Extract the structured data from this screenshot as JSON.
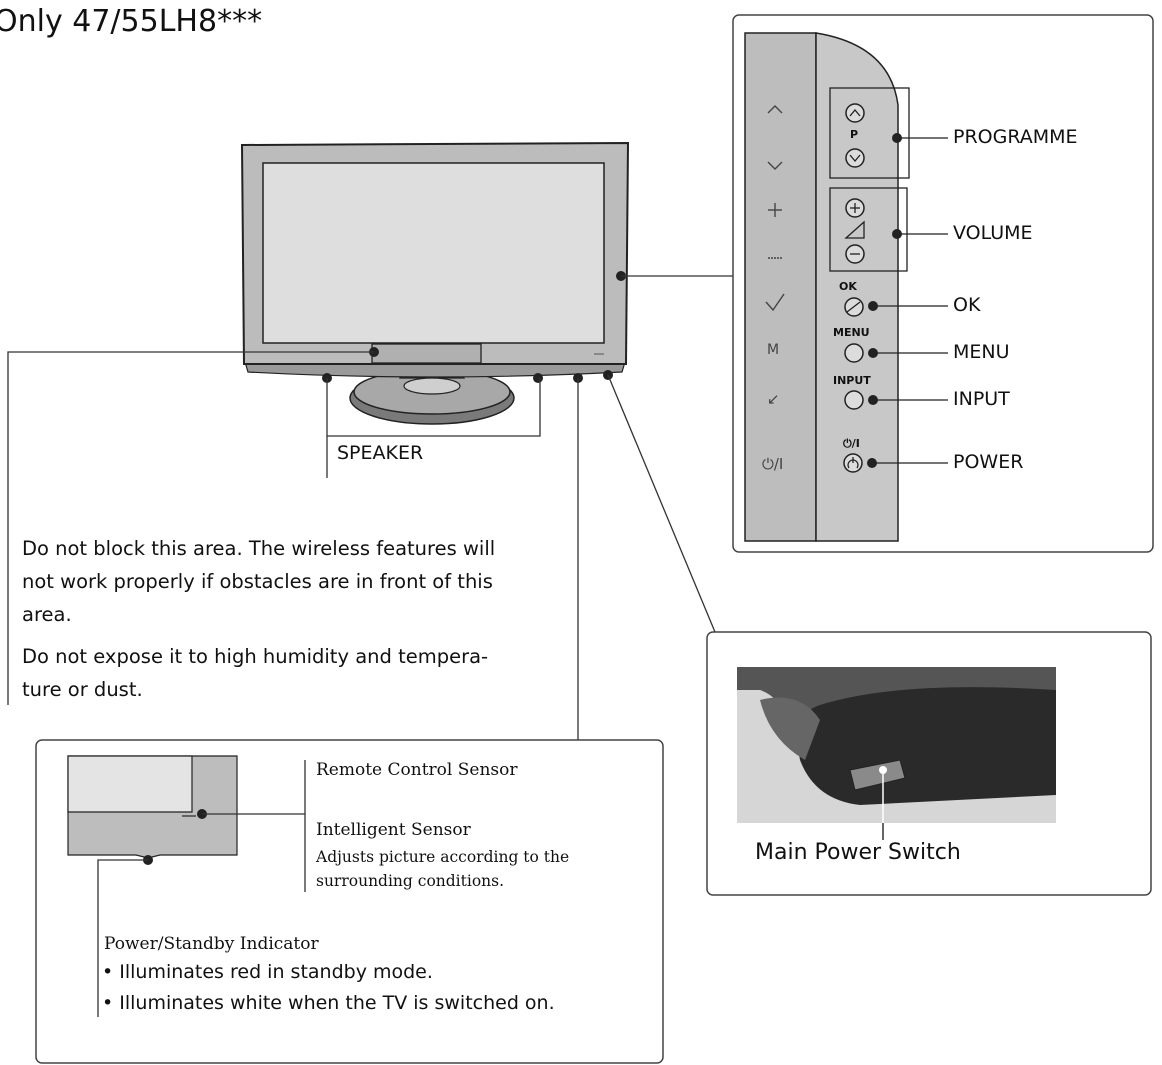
{
  "title": "Only 47/55LH8***",
  "tv": {
    "speaker_label": "SPEAKER"
  },
  "control_panel": {
    "button_labels": {
      "p": "P",
      "ok": "OK",
      "menu": "MENU",
      "input": "INPUT",
      "power": "⏻/I"
    },
    "callouts": [
      "PROGRAMME",
      "VOLUME",
      "OK",
      "MENU",
      "INPUT",
      "POWER"
    ]
  },
  "wireless_note": {
    "lines": [
      "Do not block this area. The wireless features will",
      "not work properly if obstacles are in front of this",
      "area.",
      "Do not expose it to high humidity and tempera-",
      "ture or dust."
    ]
  },
  "main_power": {
    "label": "Main Power Switch"
  },
  "sensor_box": {
    "remote_sensor": "Remote Control Sensor",
    "intelligent_sensor": "Intelligent Sensor",
    "intelligent_desc": [
      "Adjusts picture according to the",
      "surrounding conditions."
    ],
    "power_indicator": "Power/Standby Indicator",
    "bullets": [
      "• Illuminates red in standby mode.",
      "• Illuminates white when the TV is switched on."
    ]
  }
}
